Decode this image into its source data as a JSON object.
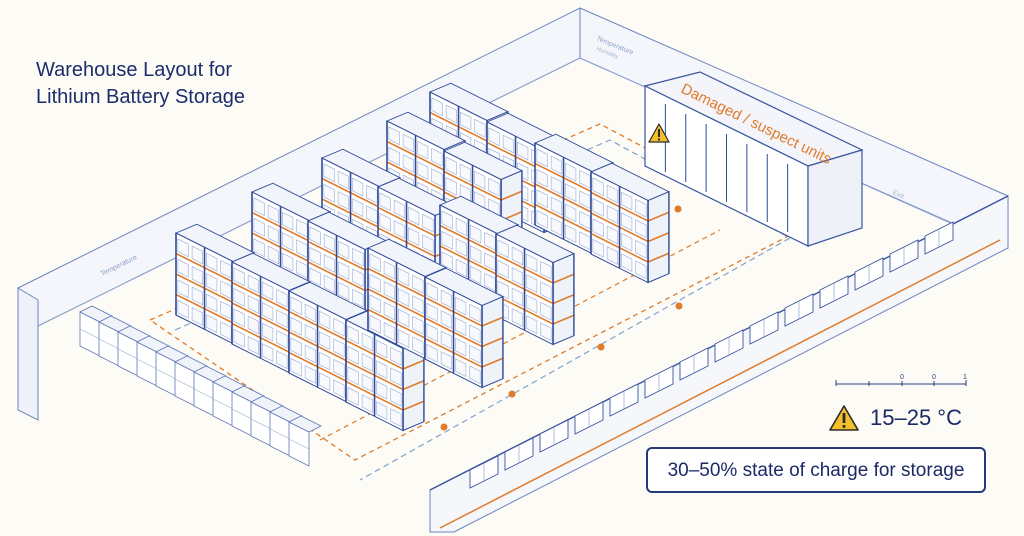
{
  "diagram": {
    "title_line1": "Warehouse Layout for",
    "title_line2": "Lithium Battery Storage",
    "quarantine_label": "Damaged / suspect units",
    "wall_label_top": "Temperature",
    "wall_label_top_sub": "Humidity",
    "wall_label_left": "Temperature",
    "wall_label_right": "Exit",
    "scale_labels": [
      "0",
      "0",
      "1"
    ],
    "temperature_range": "15–25 °C",
    "charge_note": "30–50%  state of charge for storage",
    "icons": {
      "warning": "warning-triangle-icon"
    },
    "colors": {
      "line": "#2f4a9a",
      "accent_orange": "#e07b2a",
      "aisle_blue": "#7fa2cf",
      "title": "#1d2d6b",
      "warning_fill": "#f4c02a"
    }
  }
}
